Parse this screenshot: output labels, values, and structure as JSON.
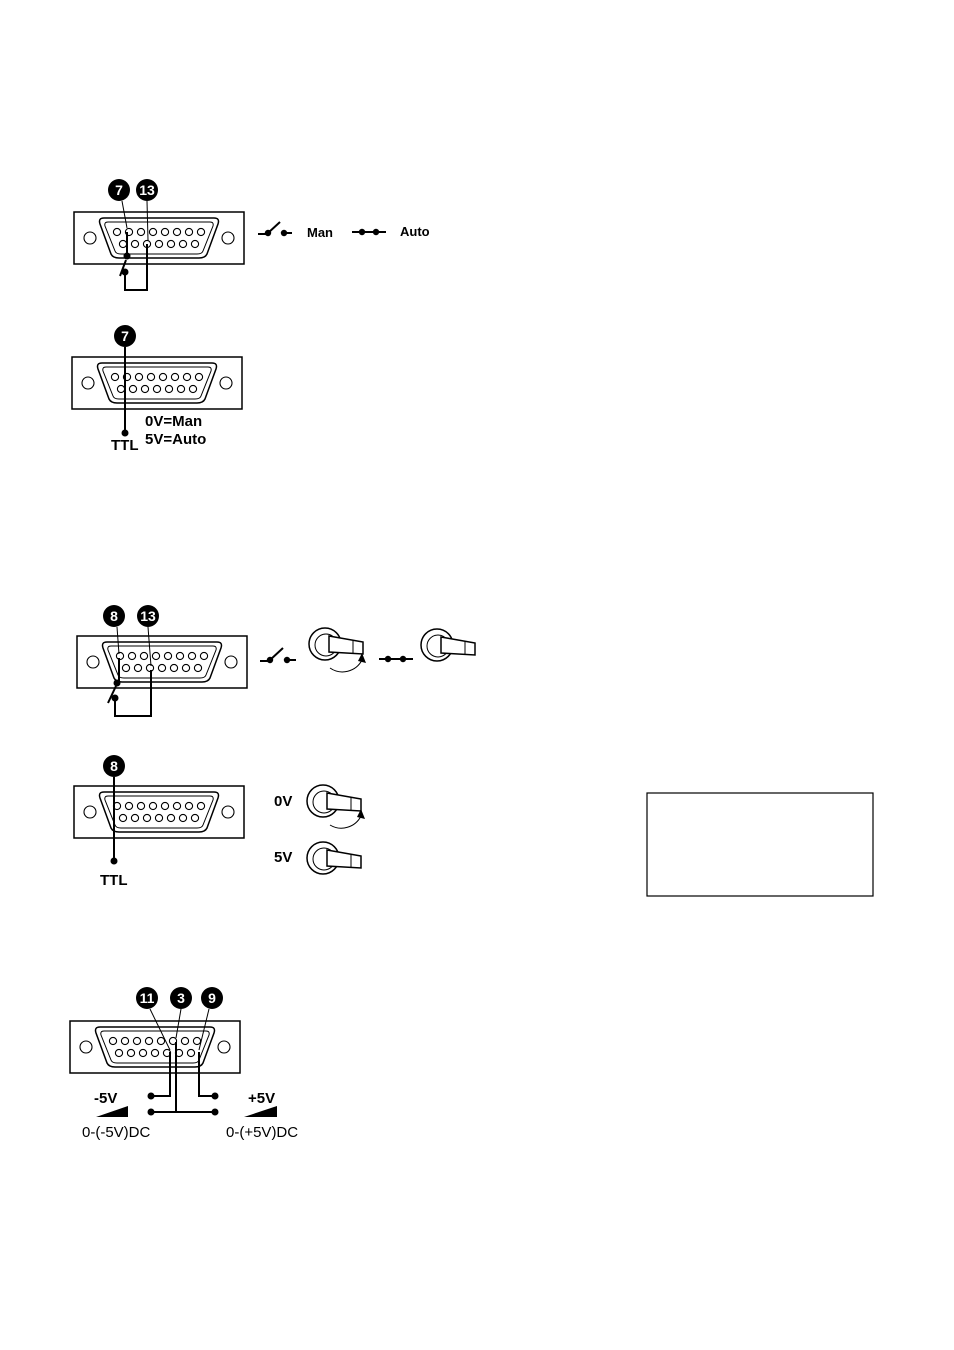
{
  "diagram1": {
    "pins": {
      "a": "7",
      "b": "13"
    },
    "legend": {
      "man": "Man",
      "auto": "Auto"
    }
  },
  "diagram2": {
    "pins": {
      "a": "7"
    },
    "signal": "TTL",
    "state0": "0V=Man",
    "state1": "5V=Auto"
  },
  "diagram3": {
    "pins": {
      "a": "8",
      "b": "13"
    }
  },
  "diagram4": {
    "pins": {
      "a": "8"
    },
    "signal": "TTL",
    "v0": "0V",
    "v5": "5V"
  },
  "diagram5": {
    "pins": {
      "a": "11",
      "b": "3",
      "c": "9"
    },
    "neg": {
      "label": "-5V",
      "range": "0-(-5V)DC"
    },
    "pos": {
      "label": "+5V",
      "range": "0-(+5V)DC"
    }
  }
}
